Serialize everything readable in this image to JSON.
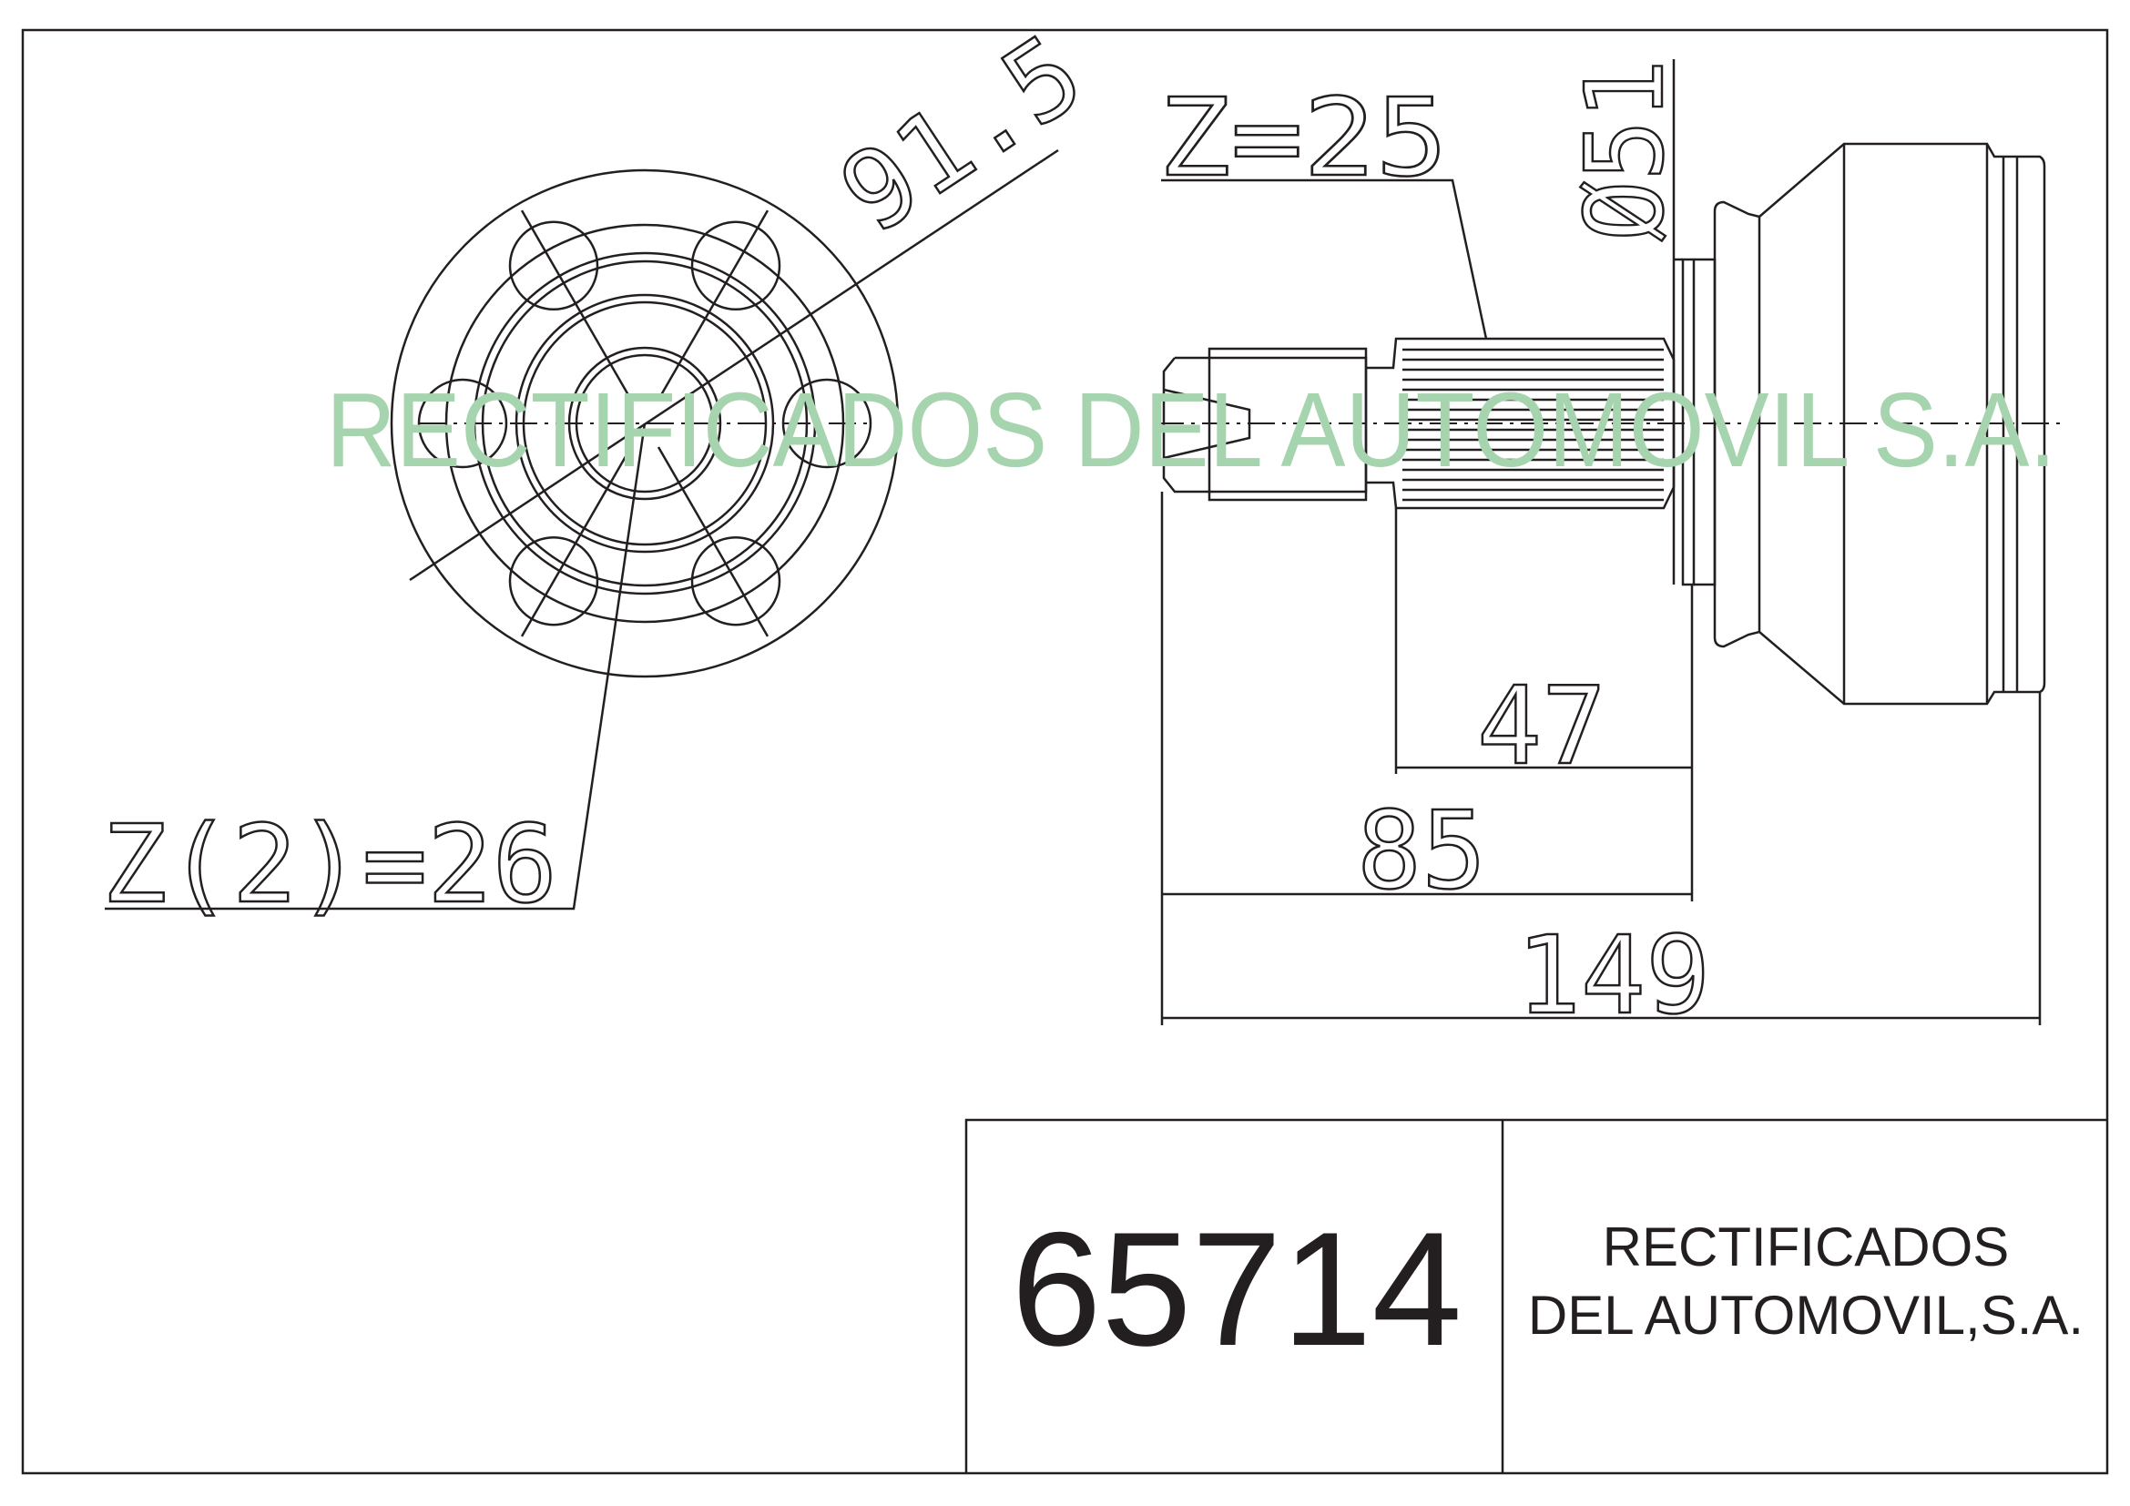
{
  "drawing": {
    "front_view": {
      "diameter_label": "91.5",
      "inner_spline_label": "Z(2)=26"
    },
    "side_view": {
      "shaft_spline_label": "Z=25",
      "seal_diameter_label": "Ø51",
      "dim_spline_length": "47",
      "dim_shaft_length": "85",
      "dim_total_length": "149"
    },
    "watermark": "RECTIFICADOS DEL AUTOMOVIL S.A."
  },
  "title_block": {
    "part_number": "65714",
    "company_line1": "RECTIFICADOS",
    "company_line2": "DEL AUTOMOVIL,S.A."
  },
  "colors": {
    "line": "#231f20",
    "watermark": "#a6d4ae"
  }
}
